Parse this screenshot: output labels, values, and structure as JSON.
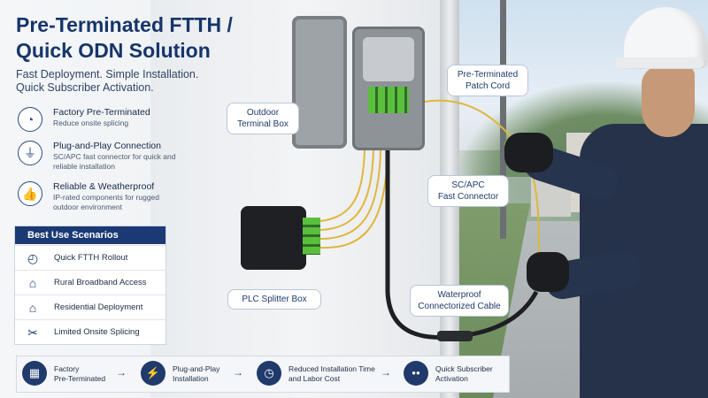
{
  "header": {
    "title_line1": "Pre-Terminated FTTH /",
    "title_line2": "Quick ODN Solution",
    "subtitle_line1": "Fast Deployment. Simple Installation.",
    "subtitle_line2": "Quick Subscriber Activation."
  },
  "features": [
    {
      "icon": "gauge-icon",
      "glyph": "◔",
      "title": "Factory Pre-Terminated",
      "desc": "Reduce onsite splicing"
    },
    {
      "icon": "plug-icon",
      "glyph": "⏚",
      "title": "Plug-and-Play Connection",
      "desc": "SC/APC fast connector for quick and reliable installation"
    },
    {
      "icon": "thumbs-up-icon",
      "glyph": "👍",
      "title": "Reliable & Weatherproof",
      "desc": "IP-rated components for rugged outdoor environment"
    }
  ],
  "scenarios": {
    "heading": "Best Use Scenarios",
    "items": [
      {
        "icon": "speedometer-icon",
        "glyph": "◴",
        "label": "Quick FTTH Rollout"
      },
      {
        "icon": "rural-houses-icon",
        "glyph": "⌂",
        "label": "Rural Broadband Access"
      },
      {
        "icon": "house-icon",
        "glyph": "⌂",
        "label": "Residential Deployment"
      },
      {
        "icon": "tools-icon",
        "glyph": "✂",
        "label": "Limited Onsite Splicing"
      }
    ]
  },
  "callouts": {
    "outdoor_terminal_box": [
      "Outdoor",
      "Terminal Box"
    ],
    "patch_cord": [
      "Pre-Terminated",
      "Patch Cord"
    ],
    "fast_connector": [
      "SC/APC",
      "Fast Connector"
    ],
    "splitter_box": [
      "PLC Splitter Box"
    ],
    "waterproof_cable": [
      "Waterproof",
      "Connectorized Cable"
    ]
  },
  "steps": [
    {
      "icon": "factory-icon",
      "glyph": "▦",
      "line1": "Factory",
      "line2": "Pre-Terminated"
    },
    {
      "icon": "plug-icon",
      "glyph": "⚡",
      "line1": "Plug-and-Play",
      "line2": "Installation"
    },
    {
      "icon": "stopwatch-icon",
      "glyph": "◷",
      "line1": "Reduced Installation Time",
      "line2": "and Labor Cost"
    },
    {
      "icon": "users-icon",
      "glyph": "●●",
      "line1": "Quick Subscriber",
      "line2": "Activation"
    }
  ],
  "arrows": [
    "→",
    "→",
    "→"
  ],
  "colors": {
    "navy": "#1b3a75",
    "fiber_green": "#5bbf3e",
    "fiber_yellow": "#e0b63a"
  }
}
